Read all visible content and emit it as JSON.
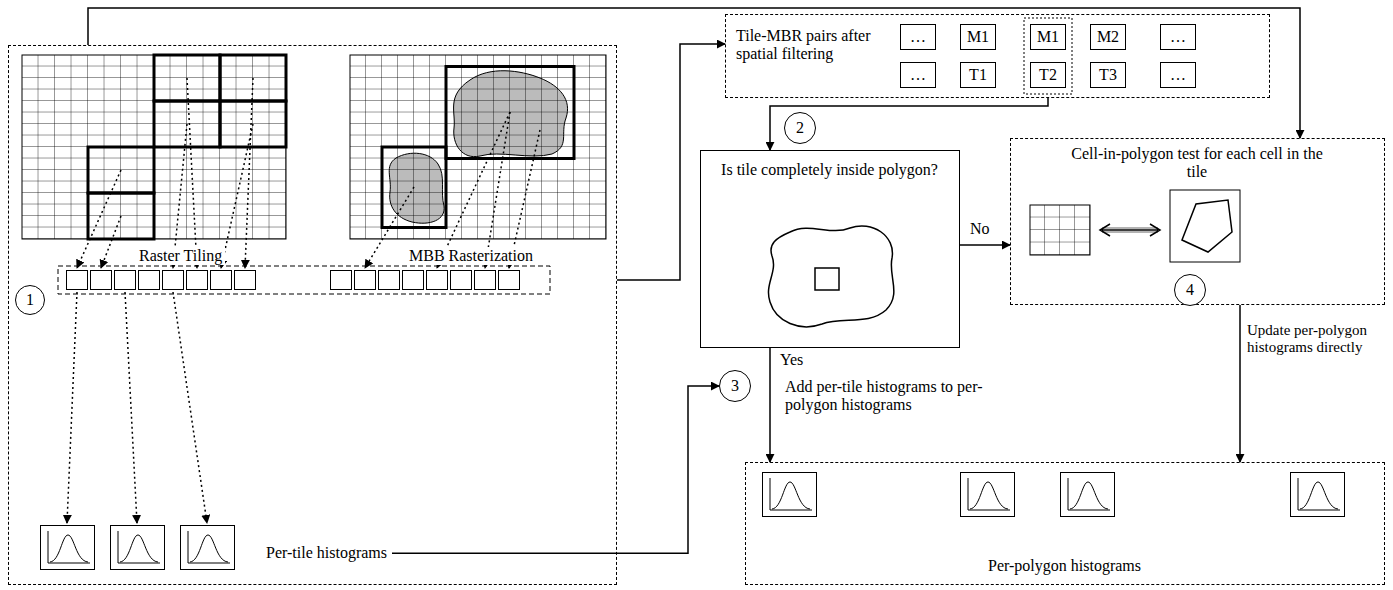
{
  "diagram": {
    "nodes": [
      {
        "text": [
          "Raster Tiling",
          "MBB Rasterization",
          "Per-tile histograms"
        ]
      },
      {
        "text": [
          "1"
        ],
        "in": 0
      },
      {
        "text": [
          "Tile-MBR pairs after spatial filtering"
        ]
      },
      {
        "text": [
          "…"
        ],
        "in": 2
      },
      {
        "text": [
          "M1"
        ],
        "in": 2
      },
      {
        "text": [
          "M1"
        ],
        "in": 2
      },
      {
        "text": [
          "M2"
        ],
        "in": 2
      },
      {
        "text": [
          "…"
        ],
        "in": 2
      },
      {
        "text": [
          "…"
        ],
        "in": 2
      },
      {
        "text": [
          "T1"
        ],
        "in": 2
      },
      {
        "text": [
          "T2"
        ],
        "in": 2
      },
      {
        "text": [
          "T3"
        ],
        "in": 2
      },
      {
        "text": [
          "…"
        ],
        "in": 2
      },
      {
        "text": [
          "2"
        ]
      },
      {
        "text": [
          "Is tile completely inside polygon?"
        ]
      },
      {
        "text": [
          "Cell-in-polygon test for each cell in the tile"
        ]
      },
      {
        "text": [
          "4"
        ],
        "in": 15
      },
      {
        "text": [
          "3"
        ]
      },
      {
        "text": [
          "Per-polygon histograms"
        ]
      }
    ],
    "edges": [
      {
        "from": 0,
        "to": 2,
        "arrow": "to"
      },
      {
        "from": 2,
        "to": 14,
        "arrow": "to"
      },
      {
        "from": 14,
        "to": 15,
        "label": "No",
        "arrow": "to"
      },
      {
        "from": 14,
        "to": 18,
        "label": "Yes",
        "arrow": "to"
      },
      {
        "from": 15,
        "to": 18,
        "arrow": "to"
      },
      {
        "from": 0,
        "to": 15,
        "arrow": "to"
      },
      {
        "from": 0,
        "to": 17,
        "arrow": "to"
      }
    ],
    "labels": [
      "Add per-tile histograms to per-polygon histograms",
      "Update per-polygon histograms directly"
    ]
  }
}
